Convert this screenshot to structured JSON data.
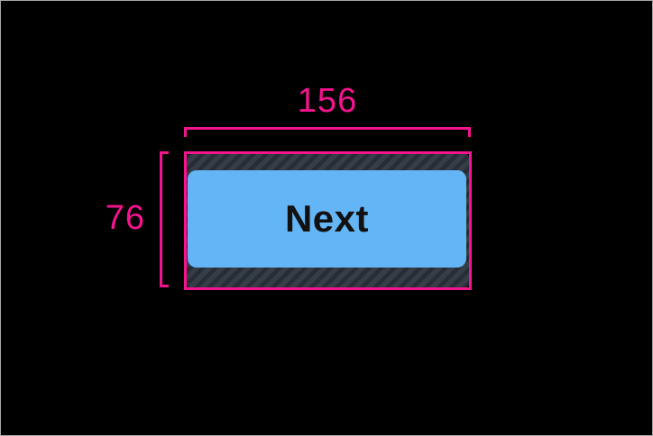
{
  "measurements": {
    "width": {
      "label": "156"
    },
    "height": {
      "label": "76"
    }
  },
  "button": {
    "label": "Next"
  },
  "colors": {
    "canvas_bg": "#000000",
    "measurement_pink": "#f4148e",
    "button_blue": "#64b5f6",
    "button_text": "#111111",
    "hatch_bg": "#353d49",
    "hatch_stripe": "#272c35"
  }
}
